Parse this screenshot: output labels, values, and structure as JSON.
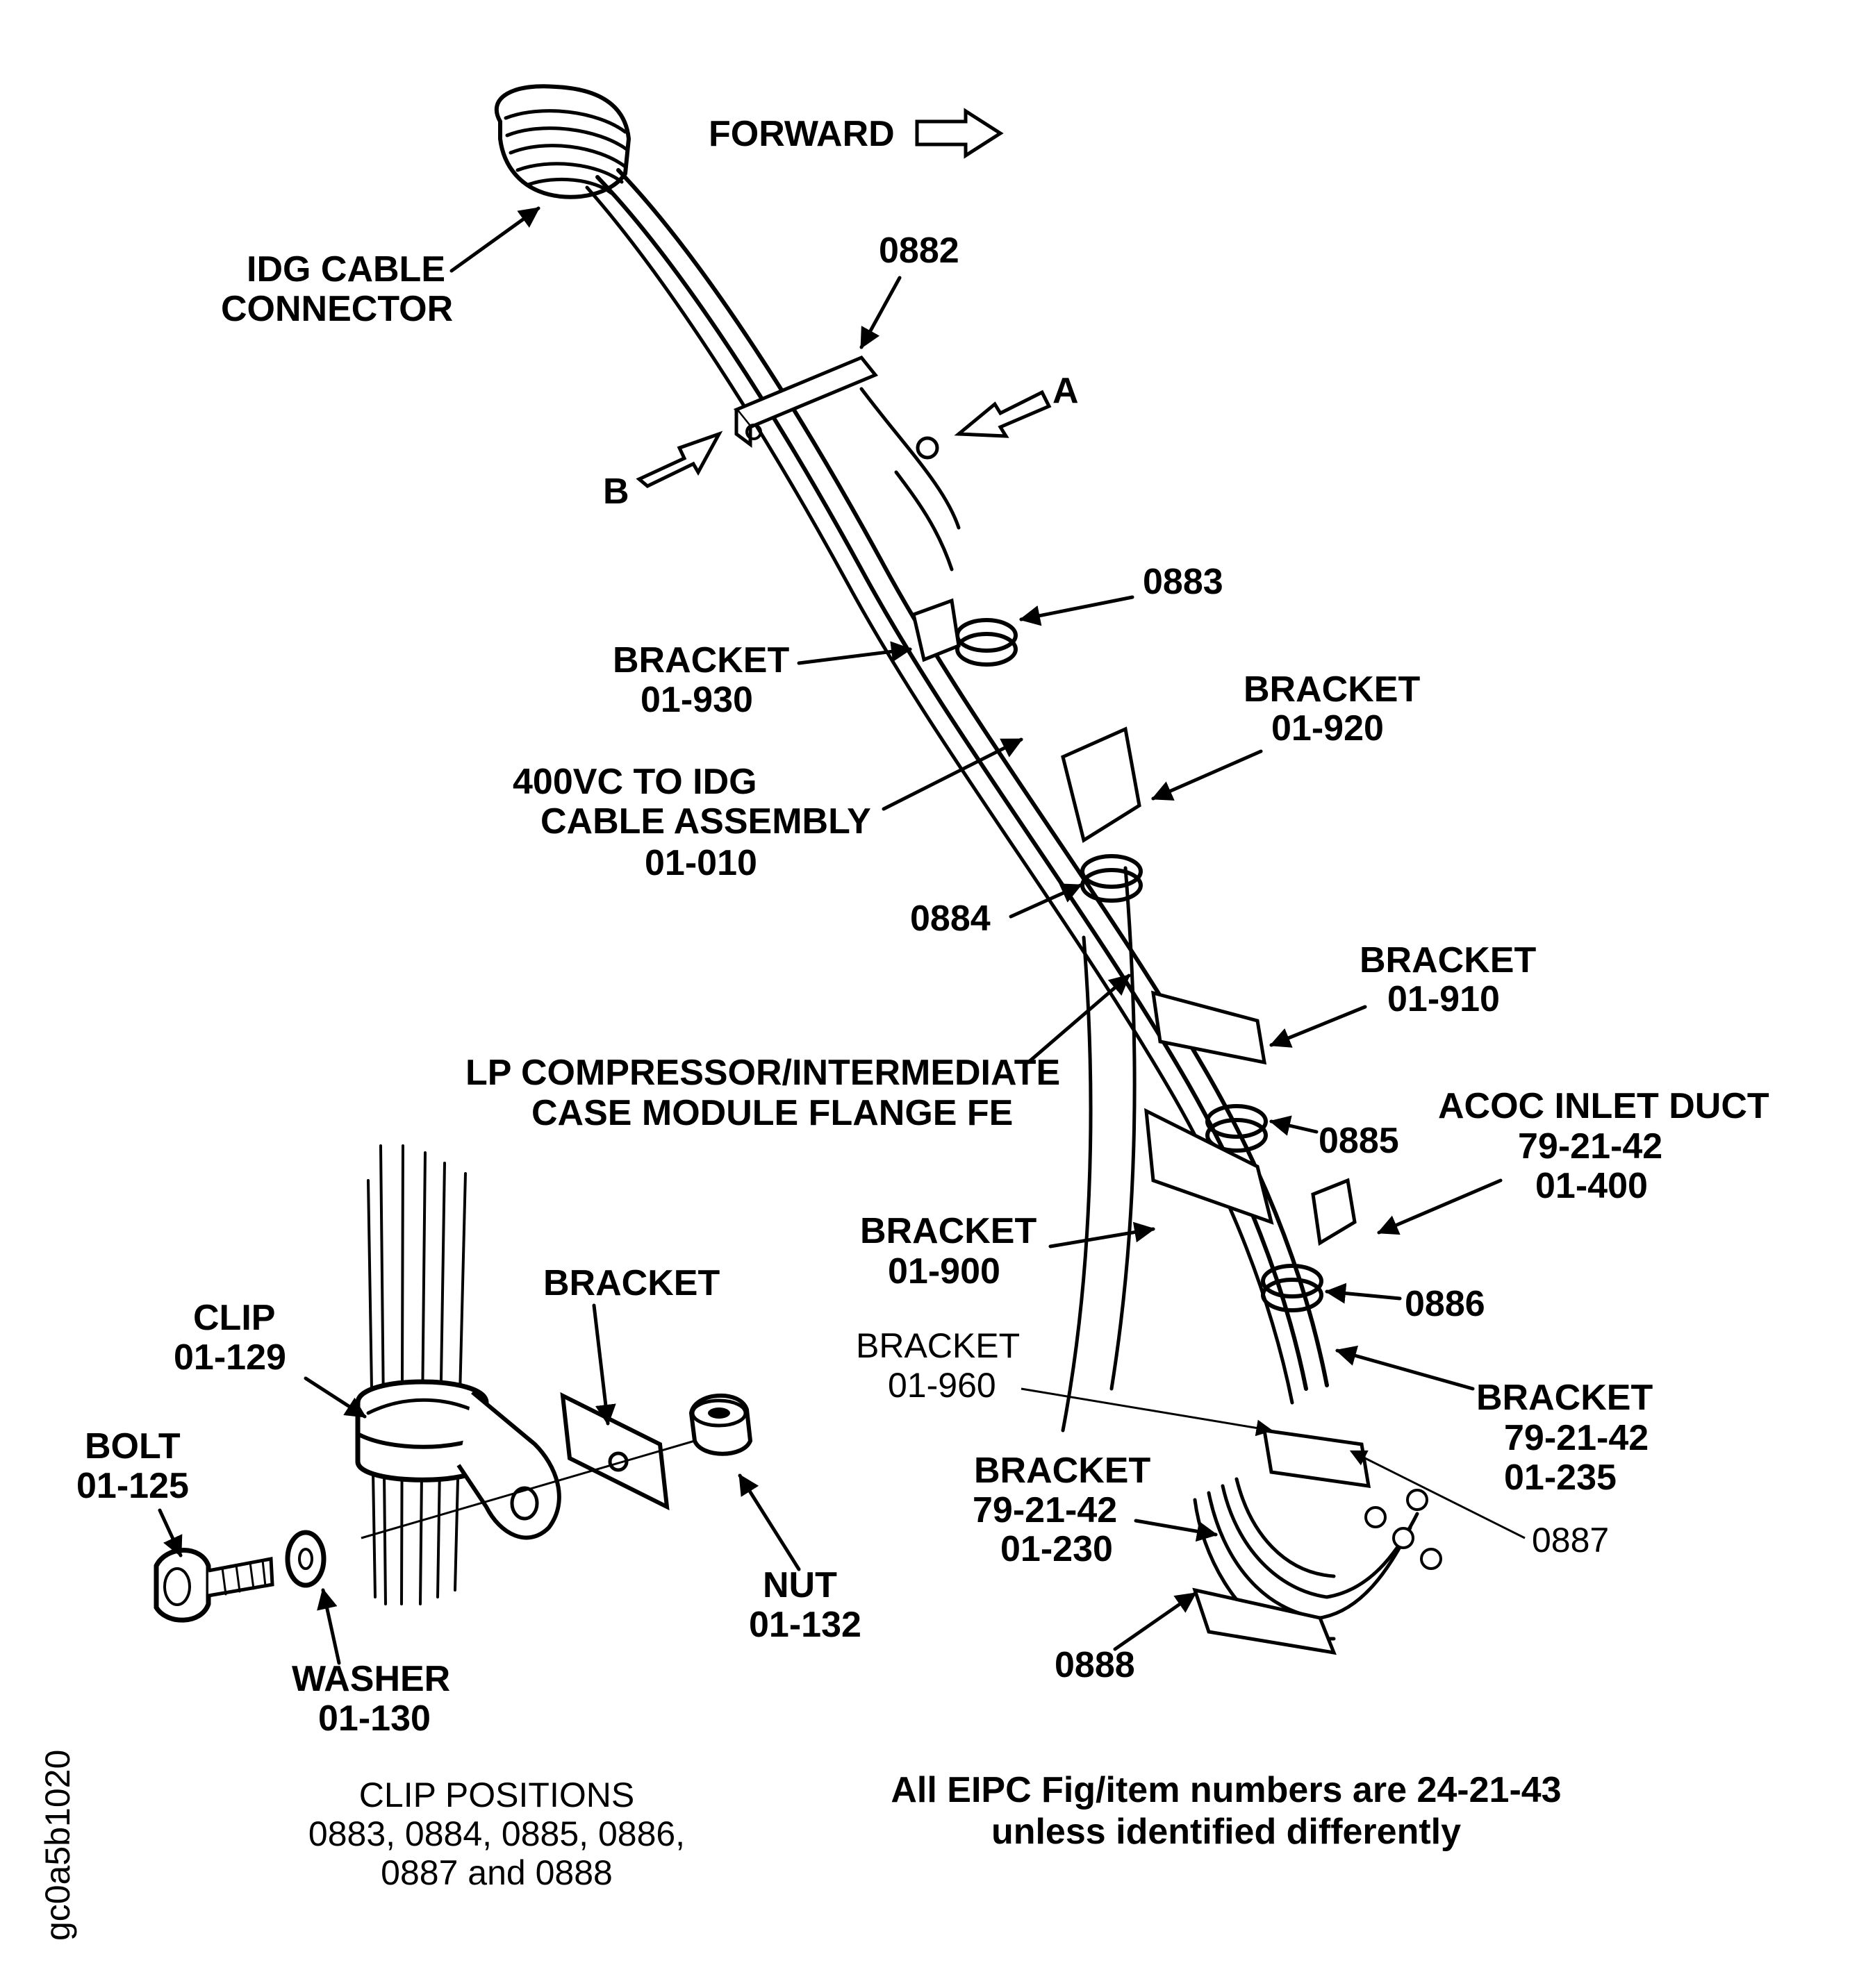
{
  "labels": {
    "forward": "FORWARD",
    "idg_connector": [
      "IDG CABLE",
      "CONNECTOR"
    ],
    "p0882": "0882",
    "view_a": "A",
    "view_b": "B",
    "p0883": "0883",
    "bracket_930": [
      "BRACKET",
      "01-930"
    ],
    "bracket_920": [
      "BRACKET",
      "01-920"
    ],
    "cable_assembly": [
      "400VC TO IDG",
      "CABLE ASSEMBLY",
      "01-010"
    ],
    "p0884": "0884",
    "bracket_910": [
      "BRACKET",
      "01-910"
    ],
    "lp_flange": [
      "LP COMPRESSOR/INTERMEDIATE",
      "CASE MODULE FLANGE FE"
    ],
    "acoc_duct": [
      "ACOC INLET DUCT",
      "79-21-42",
      "01-400"
    ],
    "p0885": "0885",
    "bracket_900": [
      "BRACKET",
      "01-900"
    ],
    "p0886": "0886",
    "bracket_960": [
      "BRACKET",
      "01-960"
    ],
    "bracket_235": [
      "BRACKET",
      "79-21-42",
      "01-235"
    ],
    "bracket_230": [
      "BRACKET",
      "79-21-42",
      "01-230"
    ],
    "p0887": "0887",
    "p0888": "0888",
    "clip": [
      "CLIP",
      "01-129"
    ],
    "bracket_detail": "BRACKET",
    "bolt": [
      "BOLT",
      "01-125"
    ],
    "washer": [
      "WASHER",
      "01-130"
    ],
    "nut": [
      "NUT",
      "01-132"
    ],
    "clip_positions": [
      "CLIP POSITIONS",
      "0883, 0884, 0885, 0886,",
      "0887 and 0888"
    ],
    "note": [
      "All EIPC Fig/item numbers are 24-21-43",
      "unless identified differently"
    ],
    "figure_id": "gc0a5b1020"
  }
}
